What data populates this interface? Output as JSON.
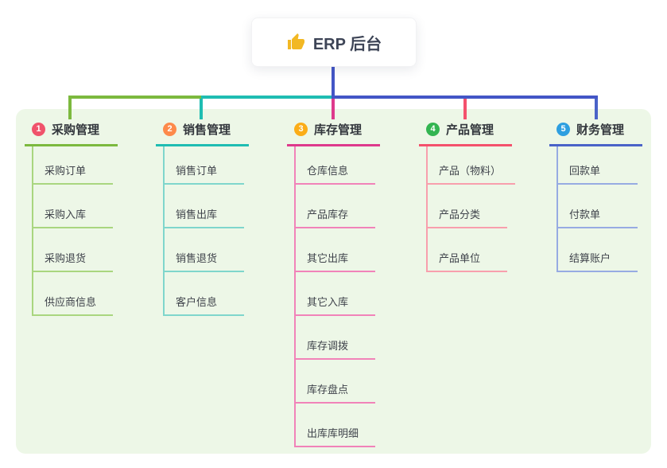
{
  "root": {
    "label": "ERP 后台",
    "icon": "thumbs-up-icon"
  },
  "colors": {
    "root_line": "#4356c6",
    "panel_bg": "#edf7e7",
    "root_text": "#3d4456",
    "thumb_icon": "#f2b824"
  },
  "branches": [
    {
      "id": 1,
      "badge": "1",
      "label": "采购管理",
      "badge_color": "#f0536b",
      "line_color": "#7cb93e",
      "child_line_color": "#a9d67f",
      "children": [
        "采购订单",
        "采购入库",
        "采购退货",
        "供应商信息"
      ]
    },
    {
      "id": 2,
      "badge": "2",
      "label": "销售管理",
      "badge_color": "#fd8a4b",
      "line_color": "#1fbdb2",
      "child_line_color": "#7fd6cc",
      "children": [
        "销售订单",
        "销售出库",
        "销售退货",
        "客户信息"
      ]
    },
    {
      "id": 3,
      "badge": "3",
      "label": "库存管理",
      "badge_color": "#fbad18",
      "line_color": "#de3a8c",
      "child_line_color": "#f183b9",
      "children": [
        "仓库信息",
        "产品库存",
        "其它出库",
        "其它入库",
        "库存调拨",
        "库存盘点",
        "出库库明细"
      ]
    },
    {
      "id": 4,
      "badge": "4",
      "label": "产品管理",
      "badge_color": "#33b551",
      "line_color": "#f4516c",
      "child_line_color": "#f89fad",
      "children": [
        "产品（物料）",
        "产品分类",
        "产品单位"
      ]
    },
    {
      "id": 5,
      "badge": "5",
      "label": "财务管理",
      "badge_color": "#2e9fe0",
      "line_color": "#4a63c8",
      "child_line_color": "#97abe2",
      "children": [
        "回款单",
        "付款单",
        "结算账户"
      ]
    }
  ]
}
